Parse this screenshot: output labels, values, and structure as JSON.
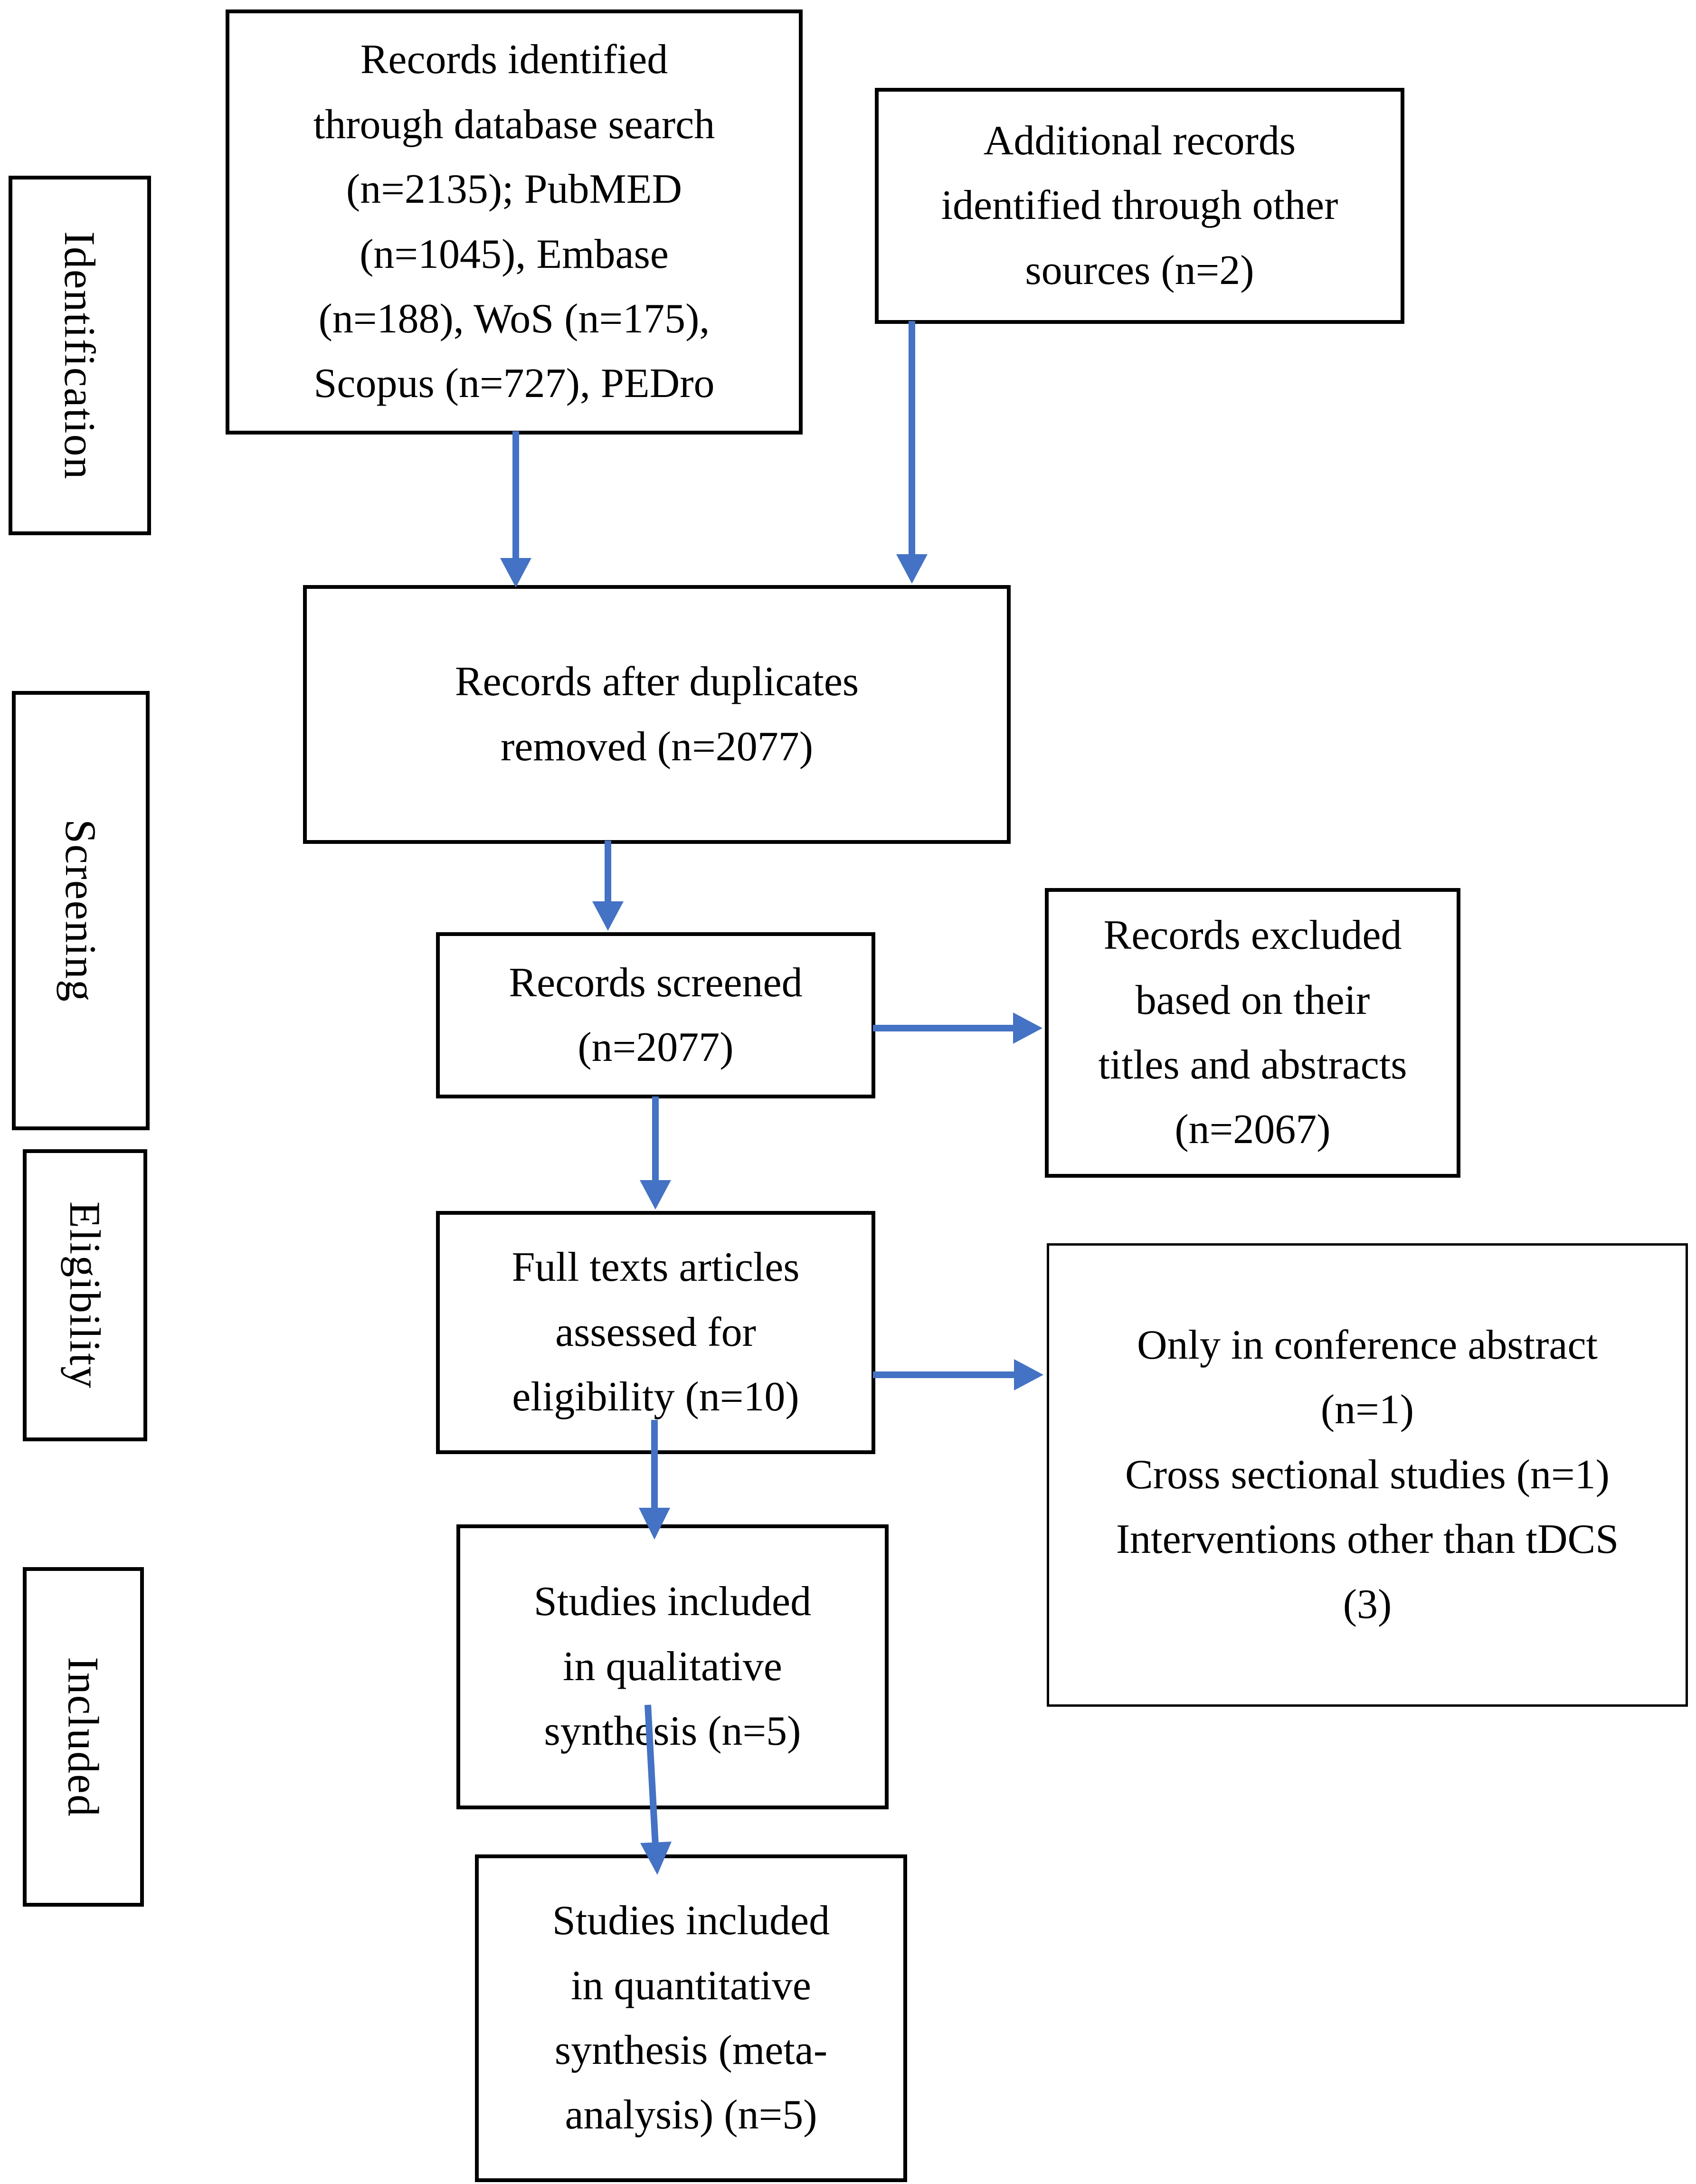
{
  "palette": {
    "arrow_blue": "#4472C4",
    "box_border": "#000000",
    "box_fill": "#ffffff",
    "text_color": "#000000"
  },
  "stages": [
    {
      "label": "Identification"
    },
    {
      "label": "Screening"
    },
    {
      "label": "Eligibility"
    },
    {
      "label": "Included"
    }
  ],
  "boxes": {
    "records_identified": {
      "text": "Records identified\nthrough database search\n(n=2135); PubMED\n(n=1045), Embase\n(n=188), WoS (n=175),\nScopus (n=727), PEDro"
    },
    "additional_records": {
      "text": "Additional records\nidentified through other\nsources (n=2)"
    },
    "duplicates_removed": {
      "text": "Records after duplicates\nremoved (n=2077)"
    },
    "records_screened": {
      "text": "Records screened\n(n=2077)"
    },
    "records_excluded": {
      "text": "Records excluded\nbased on their\ntitles and abstracts\n(n=2067)"
    },
    "full_texts_assessed": {
      "text": "Full texts articles\nassessed for\neligibility (n=10)"
    },
    "fulltext_exclusions": {
      "text": "Only in conference abstract\n(n=1)\nCross sectional studies (n=1)\nInterventions other than tDCS\n(3)"
    },
    "qualitative_synthesis": {
      "text": "Studies included\nin qualitative\nsynthesis (n=5)"
    },
    "quantitative_synthesis": {
      "text": "Studies included\nin quantitative\nsynthesis (meta-\nanalysis) (n=5)"
    }
  }
}
